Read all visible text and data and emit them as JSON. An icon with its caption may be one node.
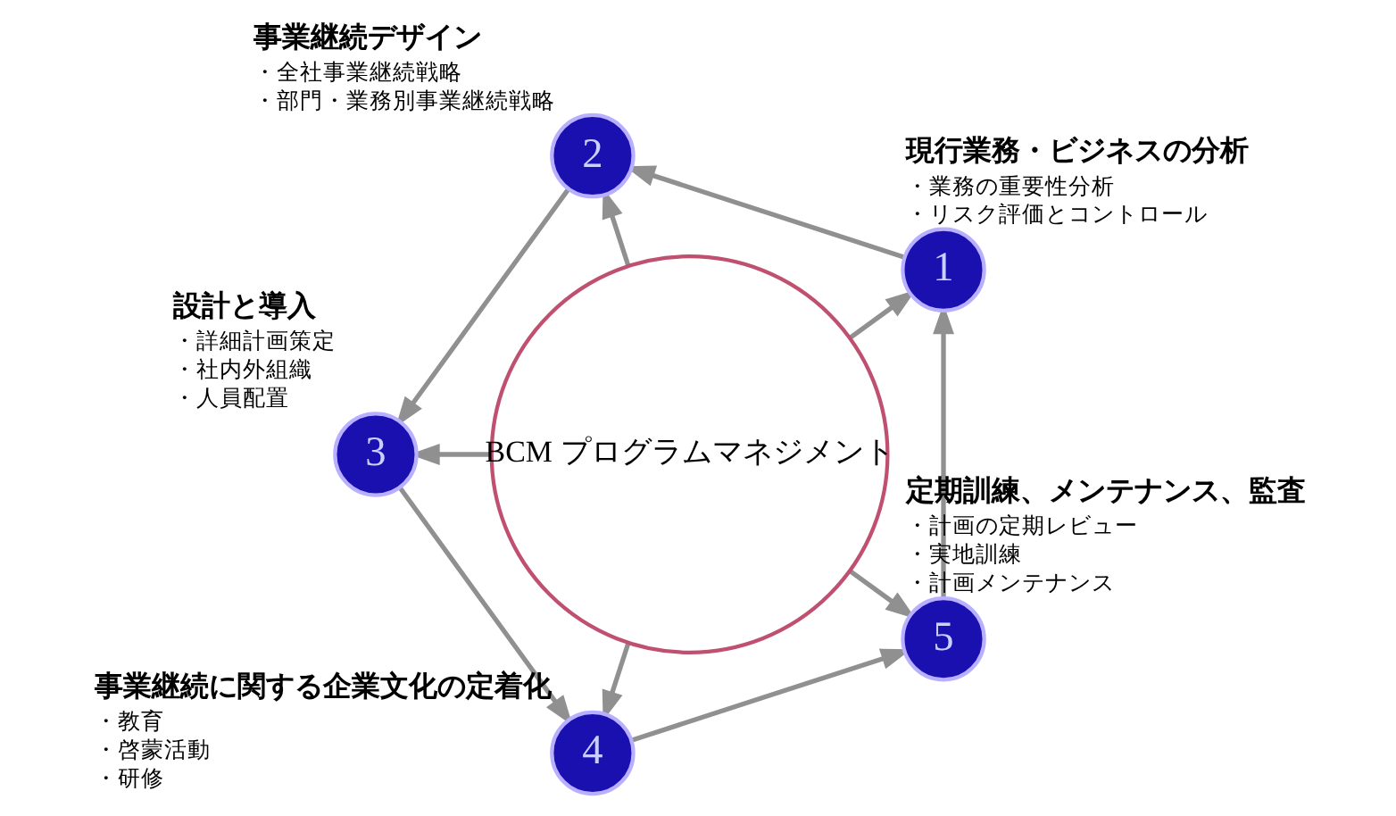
{
  "diagram": {
    "nodes": [
      {
        "text": [
          "BCM プログラムマネジメント"
        ]
      },
      {
        "text": [
          "1"
        ],
        "beside": [
          "現行業務・ビジネスの分析",
          "・業務の重要性分析",
          "・リスク評価とコントロール"
        ]
      },
      {
        "text": [
          "2"
        ],
        "beside": [
          "事業継続デザイン",
          "・全社事業継続戦略",
          "・部門・業務別事業継続戦略"
        ]
      },
      {
        "text": [
          "3"
        ],
        "beside": [
          "設計と導入",
          "・詳細計画策定",
          "・社内外組織",
          "・人員配置"
        ]
      },
      {
        "text": [
          "4"
        ],
        "beside": [
          "事業継続に関する企業文化の定着化",
          "・教育",
          "・啓蒙活動",
          "・研修"
        ]
      },
      {
        "text": [
          "5"
        ],
        "beside": [
          "定期訓練、メンテナンス、監査",
          "・計画の定期レビュー",
          "・実地訓練",
          "・計画メンテナンス"
        ]
      }
    ],
    "edges": [
      {
        "from": 1,
        "to": 2,
        "arrow": "to"
      },
      {
        "from": 2,
        "to": 3,
        "arrow": "to"
      },
      {
        "from": 3,
        "to": 4,
        "arrow": "to"
      },
      {
        "from": 4,
        "to": 5,
        "arrow": "to"
      },
      {
        "from": 5,
        "to": 1,
        "arrow": "to"
      },
      {
        "from": 0,
        "to": 1,
        "arrow": "to"
      },
      {
        "from": 0,
        "to": 2,
        "arrow": "to"
      },
      {
        "from": 0,
        "to": 3,
        "arrow": "to"
      },
      {
        "from": 0,
        "to": 4,
        "arrow": "to"
      },
      {
        "from": 0,
        "to": 5,
        "arrow": "to"
      }
    ]
  }
}
